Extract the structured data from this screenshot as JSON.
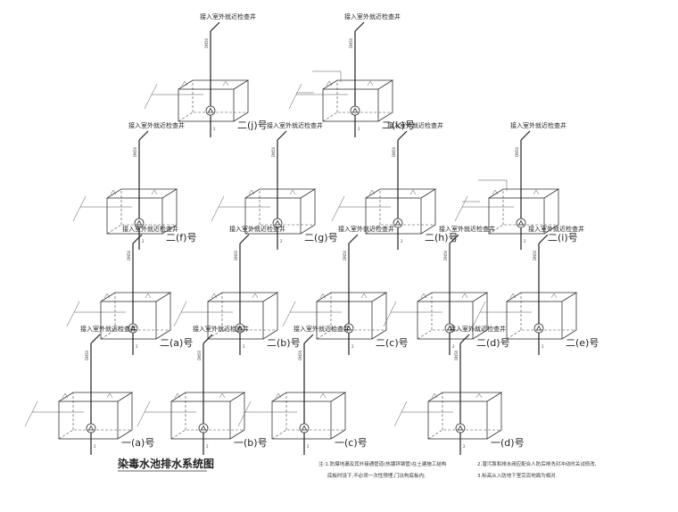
{
  "page_title": "染毒水池排水系统图",
  "notes": [
    "注:1.防爆地漏及其外接通管道(热镀锌钢管)在土建施工结构",
    "底板时设下,不必须一次性预埋,门坑构底板内;",
    "2.潜污泵和排水阀应配合人防后排洗对冲动时关试修改,",
    "3.标高从入防地下室完百地面为相对."
  ],
  "units": [
    {
      "id": "j",
      "title": "二(j)号",
      "pipe_label": "接入室外就近检查井",
      "pipe_size": "DN50",
      "drain_label": "2"
    },
    {
      "id": "k",
      "title": "二(k)号",
      "pipe_label": "接入室外就近检查井",
      "pipe_size": "DN50",
      "drain_label": "2"
    },
    {
      "id": "f",
      "title": "二(f)号",
      "pipe_label": "接入室外就近检查井",
      "pipe_size": "DN50",
      "drain_label": "2"
    },
    {
      "id": "g",
      "title": "二(g)号",
      "pipe_label": "接入室外就近检查井",
      "pipe_size": "DN50",
      "drain_label": "2"
    },
    {
      "id": "h",
      "title": "二(h)号",
      "pipe_label": "接入室外就近检查井",
      "pipe_size": "DN50",
      "drain_label": "2"
    },
    {
      "id": "i",
      "title": "二(i)号",
      "pipe_label": "接入室外就近检查井",
      "pipe_size": "DN50",
      "drain_label": "2"
    },
    {
      "id": "a2",
      "title": "二(a)号",
      "pipe_label": "接入室外就近检查井",
      "pipe_size": "DN50",
      "drain_label": "2"
    },
    {
      "id": "b2",
      "title": "二(b)号",
      "pipe_label": "接入室外就近检查井",
      "pipe_size": "DN50",
      "drain_label": "2"
    },
    {
      "id": "c2",
      "title": "二(c)号",
      "pipe_label": "接入室外就近检查井",
      "pipe_size": "DN50",
      "drain_label": "2"
    },
    {
      "id": "d2",
      "title": "二(d)号",
      "pipe_label": "接入室外就近检查井",
      "pipe_size": "DN50",
      "drain_label": "2"
    },
    {
      "id": "e2",
      "title": "二(e)号",
      "pipe_label": "接入室外就近检查井",
      "pipe_size": "DN50",
      "drain_label": "2"
    },
    {
      "id": "a1",
      "title": "一(a)号",
      "pipe_label": "接入室外就近检查井",
      "pipe_size": "DN50",
      "drain_label": "2"
    },
    {
      "id": "b1",
      "title": "一(b)号",
      "pipe_label": "接入室外就近检查井",
      "pipe_size": "DN50",
      "drain_label": "2"
    },
    {
      "id": "c1",
      "title": "一(c)号",
      "pipe_label": "接入室外就近检查井",
      "pipe_size": "DN50",
      "drain_label": "2"
    },
    {
      "id": "d1",
      "title": "一(d)号",
      "pipe_label": "接入室外就近检查井",
      "pipe_size": "DN50",
      "drain_label": "2"
    }
  ]
}
